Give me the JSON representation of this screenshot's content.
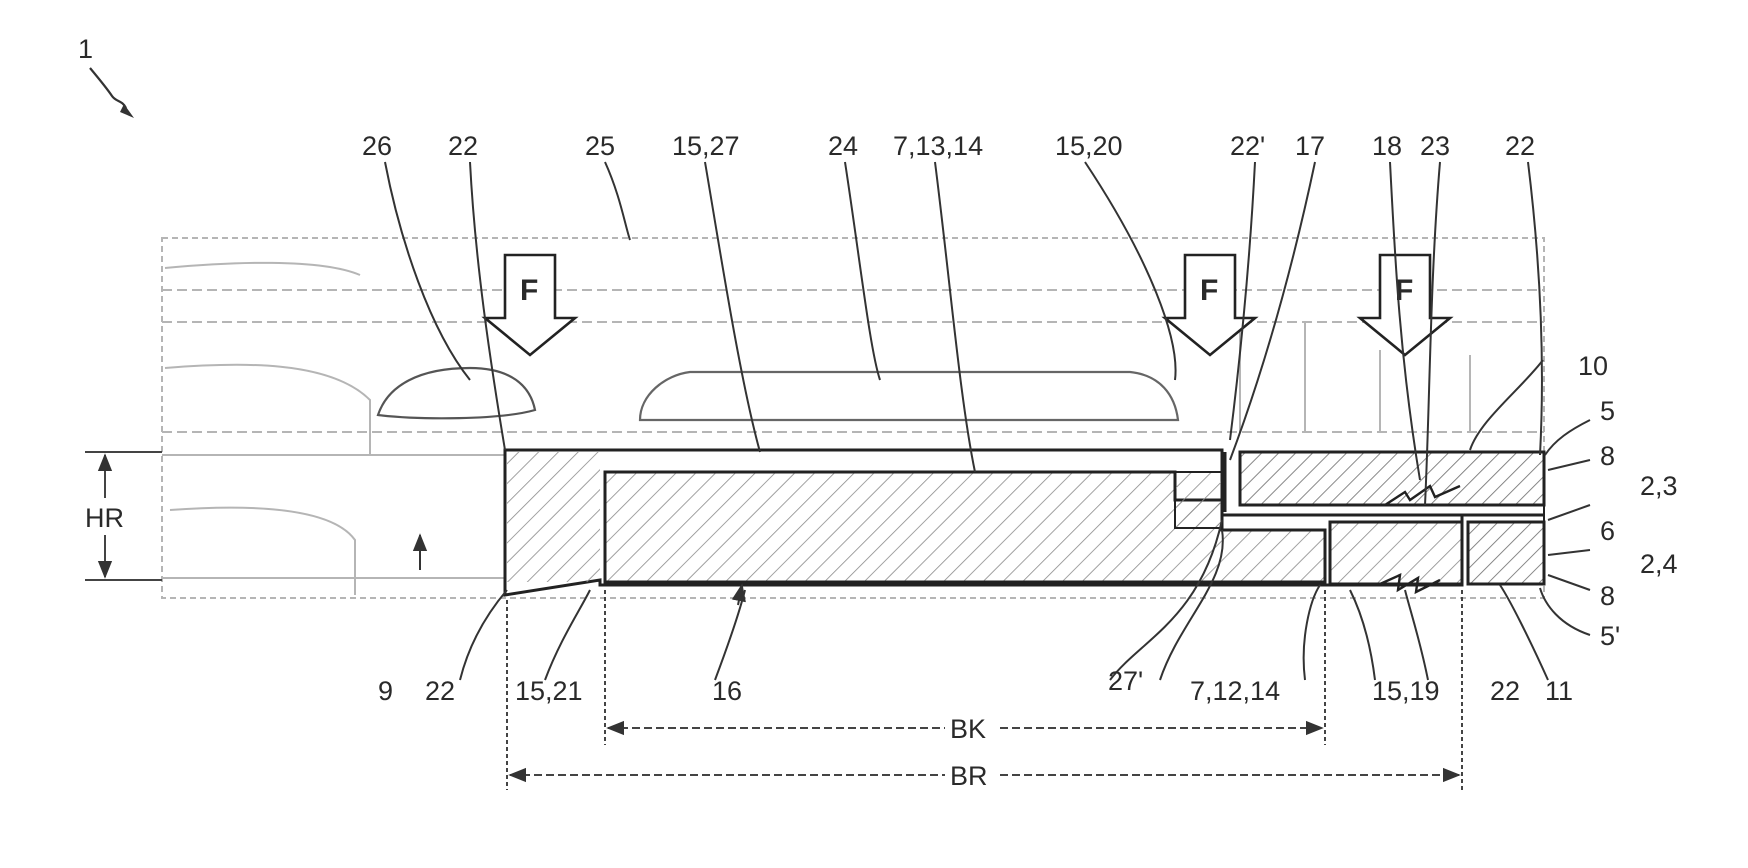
{
  "figure_number": "1",
  "force_label": "F",
  "labels": {
    "l26": "26",
    "l22_a": "22",
    "l25": "25",
    "l15_27": "15,27",
    "l24": "24",
    "l7_13_14": "7,13,14",
    "l15_20": "15,20",
    "l22_prime": "22'",
    "l17": "17",
    "l18": "18",
    "l23": "23",
    "l22_b": "22",
    "l10": "10",
    "l5": "5",
    "l8_a": "8",
    "l2_3": "2,3",
    "l6": "6",
    "l2_4": "2,4",
    "l8_b": "8",
    "l5_prime": "5'",
    "l9": "9",
    "l22_c": "22",
    "l15_21": "15,21",
    "l16": "16",
    "l27_prime": "27'",
    "l7_12_14": "7,12,14",
    "l15_19": "15,19",
    "l22_d": "22",
    "l11": "11"
  },
  "dimensions": {
    "hr": "HR",
    "bk": "BK",
    "br": "BR"
  }
}
